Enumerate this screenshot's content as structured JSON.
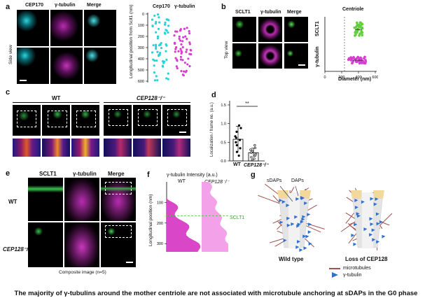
{
  "panel_letters": {
    "a": "a",
    "b": "b",
    "c": "c",
    "d": "d",
    "e": "e",
    "f": "f",
    "g": "g"
  },
  "panel_a": {
    "headers": [
      "CEP170",
      "γ-tubulin",
      "Merge"
    ],
    "side_label": "Side view",
    "plot_headers": [
      "Cep170",
      "γ-tubulin"
    ],
    "ylabel": "Longitudinal position from Sclt1 (nm)",
    "yticks": [
      "0",
      "100",
      "200",
      "300",
      "400",
      "500",
      "600"
    ],
    "colors": {
      "cep170": "#27d3d9",
      "gtub": "#d63fd0"
    }
  },
  "panel_b": {
    "headers": [
      "SCLT1",
      "γ-tubulin",
      "Merge"
    ],
    "side_label": "Top view",
    "centriole_label": "Centriole",
    "row_labels": [
      "SCLT1",
      "γ-tubulin"
    ],
    "xlabel": "Diameter (nm)",
    "xticks": [
      "0",
      "200",
      "400",
      "600"
    ],
    "colors": {
      "sclt1": "#5fcf3a",
      "gtub": "#d63fd0"
    }
  },
  "panel_c": {
    "group_labels": [
      "WT",
      "CEP128⁻/⁻"
    ]
  },
  "panel_d": {
    "ylabel": "Localization / frame no. (a.u.)",
    "yticks": [
      "0.0",
      "0.5",
      "1.0",
      "1.5"
    ],
    "categories": [
      "WT",
      "CEP128⁻/⁻"
    ],
    "significance": "**",
    "chart_data": {
      "type": "bar",
      "categories": [
        "WT",
        "CEP128⁻/⁻"
      ],
      "values": [
        0.58,
        0.22
      ],
      "error": [
        0.35,
        0.12
      ],
      "points": [
        [
          0.95,
          0.88,
          0.78,
          0.66,
          0.62,
          0.56,
          0.5,
          0.42,
          0.34,
          0.24,
          0.14
        ],
        [
          0.42,
          0.35,
          0.3,
          0.26,
          0.22,
          0.18,
          0.14,
          0.1,
          0.06,
          0.03
        ]
      ],
      "ylim": [
        0,
        1.5
      ]
    }
  },
  "panel_e": {
    "headers": [
      "SCLT1",
      "γ-tubulin",
      "Merge"
    ],
    "row_labels": [
      "WT",
      "CEP128⁻/⁻"
    ],
    "caption": "Composite image (n=5)"
  },
  "panel_f": {
    "title": "γ-tubulin Intensity  (a.u.)",
    "series_labels": [
      "WT",
      "CEP128⁻/⁻"
    ],
    "ylabel": "Longitudinal position (nm)",
    "yticks": [
      "100",
      "200",
      "300"
    ],
    "ref_label": "SCLT1",
    "colors": {
      "wt": "#d946c8",
      "ko": "#f3a2ea",
      "ref": "#49c43a"
    }
  },
  "panel_g": {
    "labels": [
      "sDAPs",
      "DAPs"
    ],
    "titles": [
      "Wild type",
      "Loss of CEP128"
    ],
    "legend": [
      "microtubules",
      "γ-tubulin"
    ],
    "colors": {
      "mt": "#a0524e",
      "gtub": "#2f6fd0"
    }
  },
  "footer": "The majority of γ-tubulins around the mother centriole are not associated with microtubule anchoring at sDAPs in the G0 phase"
}
